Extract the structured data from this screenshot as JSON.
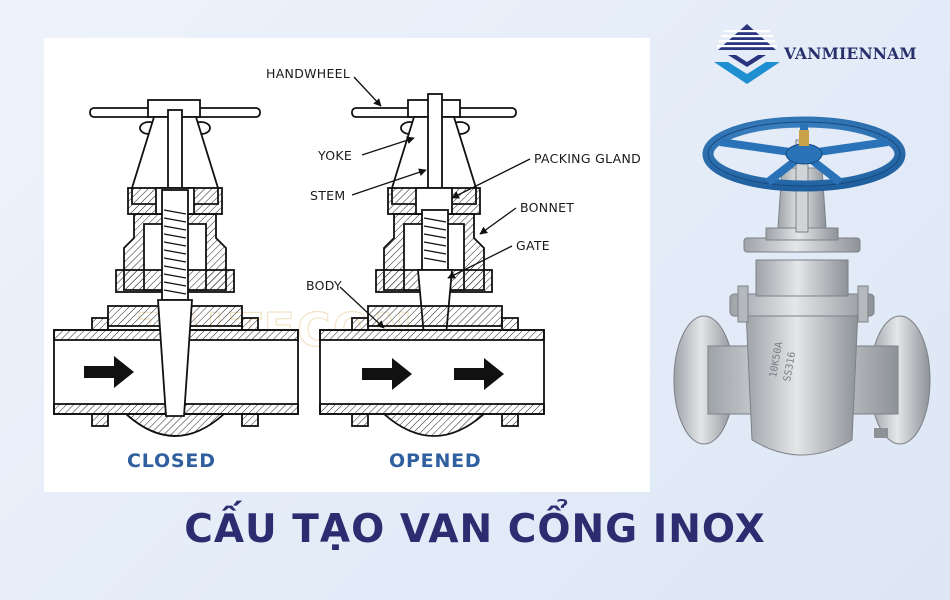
{
  "brand": {
    "name": "VANMIENNAM"
  },
  "diagram": {
    "labels": {
      "handwheel": "HANDWHEEL",
      "yoke": "YOKE",
      "stem": "STEM",
      "packing_gland": "PACKING GLAND",
      "bonnet": "BONNET",
      "gate": "GATE",
      "body": "BODY"
    },
    "states": {
      "closed": "CLOSED",
      "opened": "OPENED"
    },
    "watermark": "TALTECON"
  },
  "product_photo": {
    "body_marking_1": "10K50A",
    "body_marking_2": "SS316"
  },
  "title": "CẤU TẠO VAN CỔNG INOX",
  "colors": {
    "title": "#2c2d70",
    "state_label": "#2f5f9e",
    "handwheel": "#2a73b8",
    "steel": "#c9ccd0"
  }
}
